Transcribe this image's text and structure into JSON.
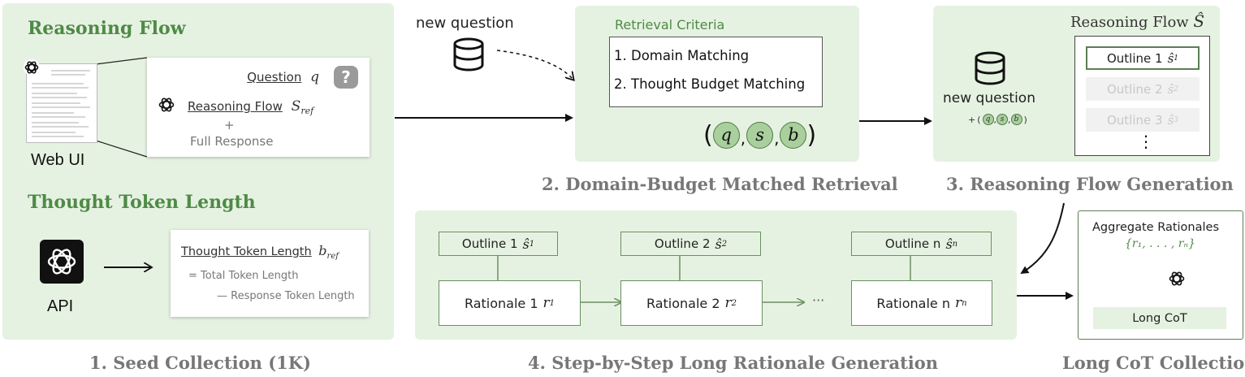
{
  "seed": {
    "heading_flow": "Reasoning Flow",
    "web_ui_label": "Web UI",
    "question_label": "Question",
    "question_var": "q",
    "question_mark": "?",
    "reasoning_flow_label": "Reasoning Flow",
    "reasoning_flow_var": "S",
    "reasoning_flow_sub": "ref",
    "plus": "+",
    "full_response": "Full Response",
    "heading_thought": "Thought Token Length",
    "api_label": "API",
    "ttl_label": "Thought Token Length",
    "ttl_var": "b",
    "ttl_sub": "ref",
    "total_len": "= Total Token Length",
    "resp_len": "— Response Token Length",
    "caption": "1. Seed Collection (1K)"
  },
  "retrieval": {
    "new_question": "new question",
    "criteria_title": "Retrieval Criteria",
    "criteria_1": "1. Domain Matching",
    "criteria_2": "2. Thought Budget Matching",
    "tuple": {
      "q": "q",
      "s": "s",
      "b": "b"
    },
    "caption": "2. Domain-Budget Matched Retrieval"
  },
  "flowgen": {
    "title": "Reasoning Flow",
    "title_var": "Ŝ",
    "new_question": "new question",
    "plus": "+",
    "outlines": [
      {
        "label": "Outline 1",
        "var": "ŝ",
        "sub": "1"
      },
      {
        "label": "Outline 2",
        "var": "ŝ",
        "sub": "2"
      },
      {
        "label": "Outline 3",
        "var": "ŝ",
        "sub": "3"
      }
    ],
    "more": "⋮",
    "caption": "3. Reasoning Flow Generation"
  },
  "stepwise": {
    "columns": [
      {
        "outline": "Outline 1",
        "outline_var": "ŝ",
        "outline_sub": "1",
        "rationale": "Rationale 1",
        "rat_var": "r",
        "rat_sub": "1"
      },
      {
        "outline": "Outline 2",
        "outline_var": "ŝ",
        "outline_sub": "2",
        "rationale": "Rationale 2",
        "rat_var": "r",
        "rat_sub": "2"
      },
      {
        "outline": "Outline n",
        "outline_var": "ŝ",
        "outline_sub": "n",
        "rationale": "Rationale n",
        "rat_var": "r",
        "rat_sub": "n"
      }
    ],
    "ellipsis": "···",
    "caption": "4. Step-by-Step Long Rationale Generation"
  },
  "longcot": {
    "aggregate": "Aggregate Rationales",
    "set": "{r₁, . . . , rₙ}",
    "result": "Long CoT",
    "caption": "Long CoT Collection"
  },
  "colors": {
    "panel": "#e6f2e1",
    "green_title": "#4e8a47",
    "green_border": "#6a8f62",
    "caption": "#777777"
  }
}
